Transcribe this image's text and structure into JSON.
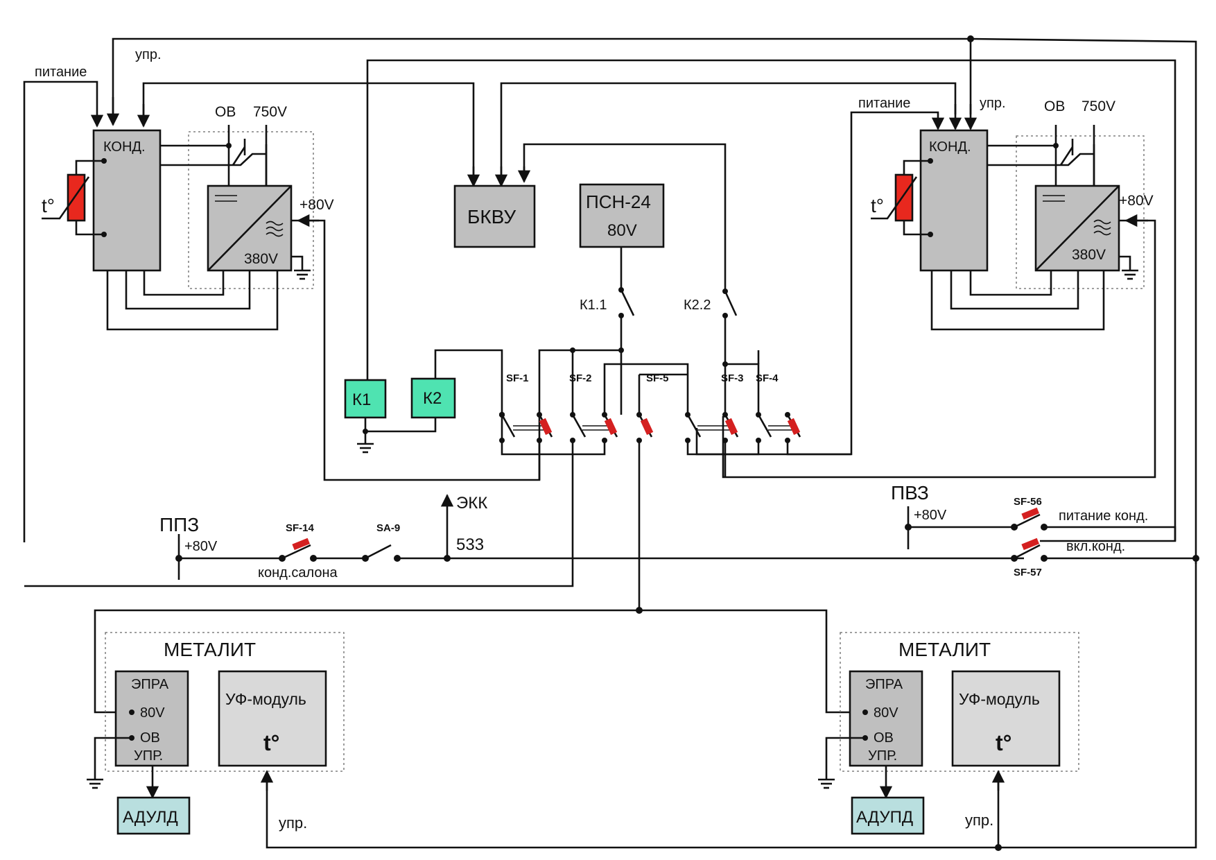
{
  "colors": {
    "wire": "#111111",
    "block_gray": "#bfbfbf",
    "block_light": "#d9d9d9",
    "relay_green": "#4fe3b1",
    "adul_blue": "#b9dfdf",
    "heater_red": "#e8281e",
    "breaker_red": "#d42020"
  },
  "left_ac": {
    "pitanie": "питание",
    "upr": "упр.",
    "cond": "КОНД.",
    "temp": "t°",
    "ov": "ОВ",
    "v750": "750V",
    "v80": "+80V",
    "v380": "380V"
  },
  "right_ac": {
    "pitanie": "питание",
    "upr": "упр.",
    "cond": "КОНД.",
    "temp": "t°",
    "ov": "ОВ",
    "v750": "750V",
    "v80": "+80V",
    "v380": "380V"
  },
  "center": {
    "bkvu": "БКВУ",
    "psn_name": "ПСН-24",
    "psn_volt": "80V",
    "k11": "К1.1",
    "k22": "К2.2",
    "k1": "К1",
    "k2": "К2"
  },
  "breakers": {
    "sf1": "SF-1",
    "sf2": "SF-2",
    "sf5": "SF-5",
    "sf3": "SF-3",
    "sf4": "SF-4"
  },
  "bottom_left": {
    "ppz": "ППЗ",
    "v80": "+80V",
    "sf14": "SF-14",
    "sa9": "SA-9",
    "ekk": "ЭКК",
    "n533": "533",
    "kond_salona": "конд.салона"
  },
  "bottom_right": {
    "pvz": "ПВЗ",
    "v80": "+80V",
    "sf56": "SF-56",
    "sf57": "SF-57",
    "pitanie_kond": "питание конд.",
    "vkl_kond": "вкл.конд."
  },
  "metalit_left": {
    "title": "МЕТАЛИТ",
    "epra": "ЭПРА",
    "v80": "80V",
    "ov": "ОВ",
    "upr_short": "УПР.",
    "uf_module": "УФ-модуль",
    "temp": "t°",
    "adul": "АДУЛД",
    "upr": "упр."
  },
  "metalit_right": {
    "title": "МЕТАЛИТ",
    "epra": "ЭПРА",
    "v80": "80V",
    "ov": "ОВ",
    "upr_short": "УПР.",
    "uf_module": "УФ-модуль",
    "temp": "t°",
    "adul": "АДУПД",
    "upr": "упр."
  }
}
